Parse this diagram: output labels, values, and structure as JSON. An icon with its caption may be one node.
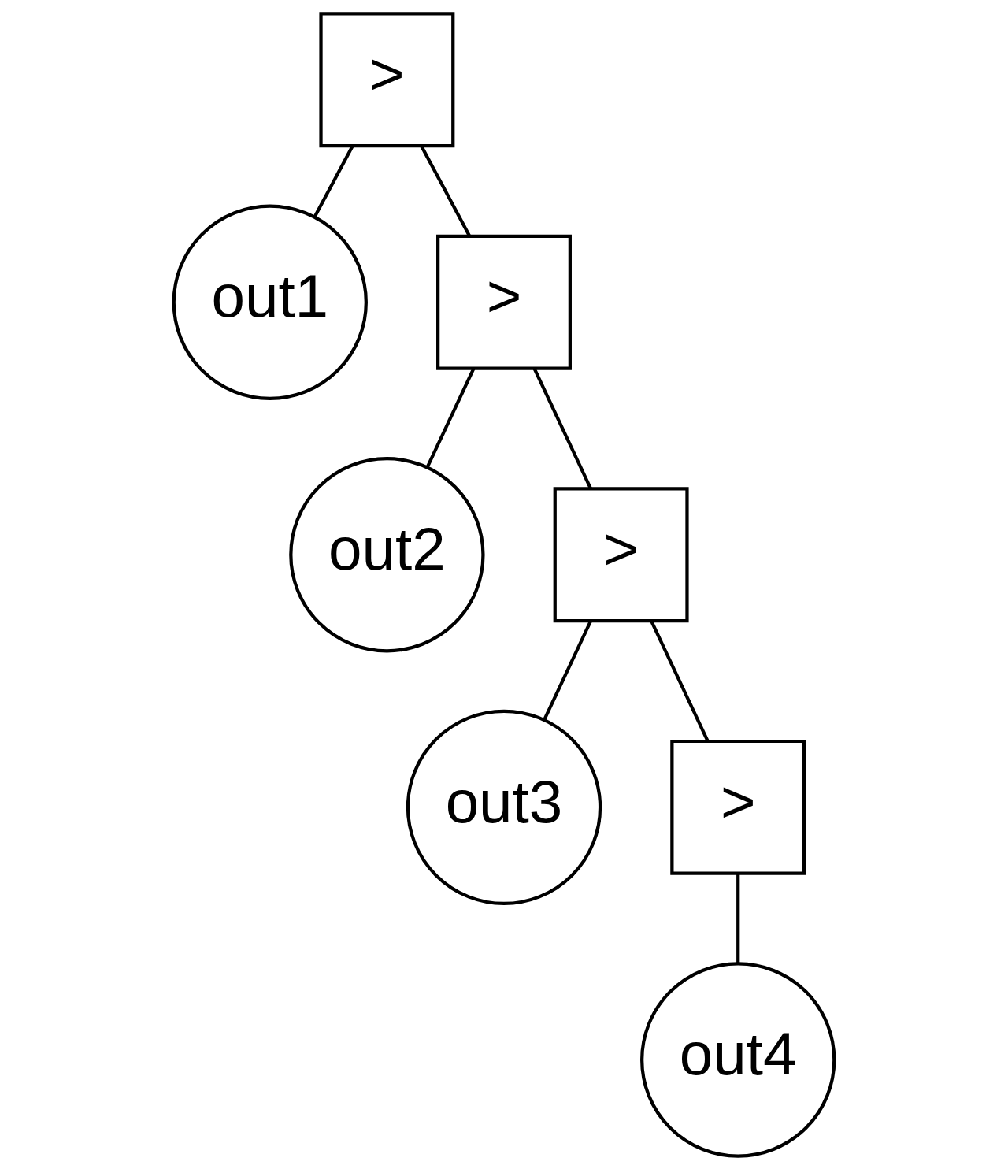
{
  "diagram": {
    "nodes": [
      {
        "text": [
          ">"
        ]
      },
      {
        "text": [
          "out1"
        ]
      },
      {
        "text": [
          ">"
        ]
      },
      {
        "text": [
          "out2"
        ]
      },
      {
        "text": [
          ">"
        ]
      },
      {
        "text": [
          "out3"
        ]
      },
      {
        "text": [
          ">"
        ]
      },
      {
        "text": [
          "out4"
        ]
      }
    ],
    "edges": [
      {
        "from": 0,
        "to": 1,
        "arrow": "none"
      },
      {
        "from": 0,
        "to": 2,
        "arrow": "none"
      },
      {
        "from": 2,
        "to": 3,
        "arrow": "none"
      },
      {
        "from": 2,
        "to": 4,
        "arrow": "none"
      },
      {
        "from": 4,
        "to": 5,
        "arrow": "none"
      },
      {
        "from": 4,
        "to": 6,
        "arrow": "none"
      },
      {
        "from": 6,
        "to": 7,
        "arrow": "none"
      }
    ]
  }
}
